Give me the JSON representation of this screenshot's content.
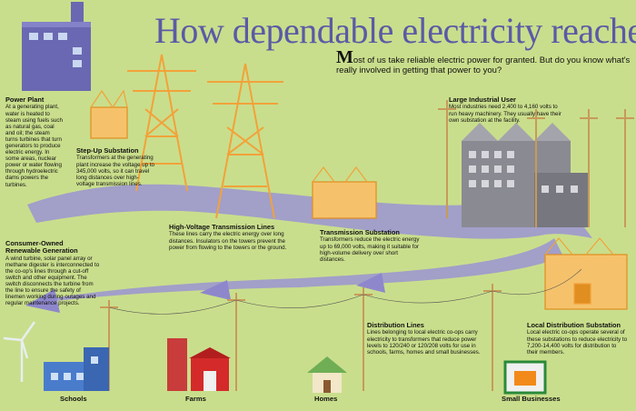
{
  "title": "How dependable electricity reaches you",
  "intro": {
    "lead_letter": "M",
    "text": "ost of us take reliable electric power for granted. But do you know what's really involved in getting that power to you?"
  },
  "captions": {
    "power_plant": {
      "heading": "Power Plant",
      "body": "At a generating plant, water is heated to steam using fuels such as natural gas, coal and oil; the steam turns turbines that turn generators to produce electric energy. In some areas, nuclear power or water flowing through hydroelectric dams powers the turbines."
    },
    "step_up": {
      "heading": "Step-Up Substation",
      "body": "Transformers at the generating plant increase the voltage up to 345,000 volts, so it can travel long distances over high-voltage transmission lines."
    },
    "industrial": {
      "heading": "Large Industrial User",
      "body": "Most industries need 2,400 to 4,160 volts to run heavy machinery. They usually have their own substation at the facility."
    },
    "transmission_sub": {
      "heading": "Transmission Substation",
      "body": "Transformers reduce the electric energy up to 69,000 volts, making it suitable for high-volume delivery over short distances."
    },
    "hv_lines": {
      "heading": "High-Voltage Transmission Lines",
      "body": "These lines carry the electric energy over long distances. Insulators on the towers prevent the power from flowing to the towers or the ground."
    },
    "renewable": {
      "heading": "Consumer-Owned Renewable Generation",
      "body": "A wind turbine, solar panel array or methane digester is interconnected to the co-op's lines through a cut-off switch and other equipment. The switch disconnects the turbine from the line to ensure the safety of linemen working during outages and regular maintenance projects."
    },
    "distribution": {
      "heading": "Distribution Lines",
      "body": "Lines belonging to local electric co-ops carry electricity to transformers that reduce power levels to 120/240 or 120/208 volts for use in schools, farms, homes and small businesses."
    },
    "local_sub": {
      "heading": "Local Distribution Substation",
      "body": "Local electric co-ops operate several of these substations to reduce electricity to 7,200-14,400 volts for distribution to their members."
    }
  },
  "labels": {
    "schools": "Schools",
    "farms": "Farms",
    "homes": "Homes",
    "small_businesses": "Small Businesses"
  },
  "colors": {
    "background": "#c9de8c",
    "title": "#5a5aa6",
    "flow_arrow": "#9b94d4",
    "tower": "#f2a23a",
    "building": "#6a68b2",
    "pole": "#c79a5a"
  }
}
